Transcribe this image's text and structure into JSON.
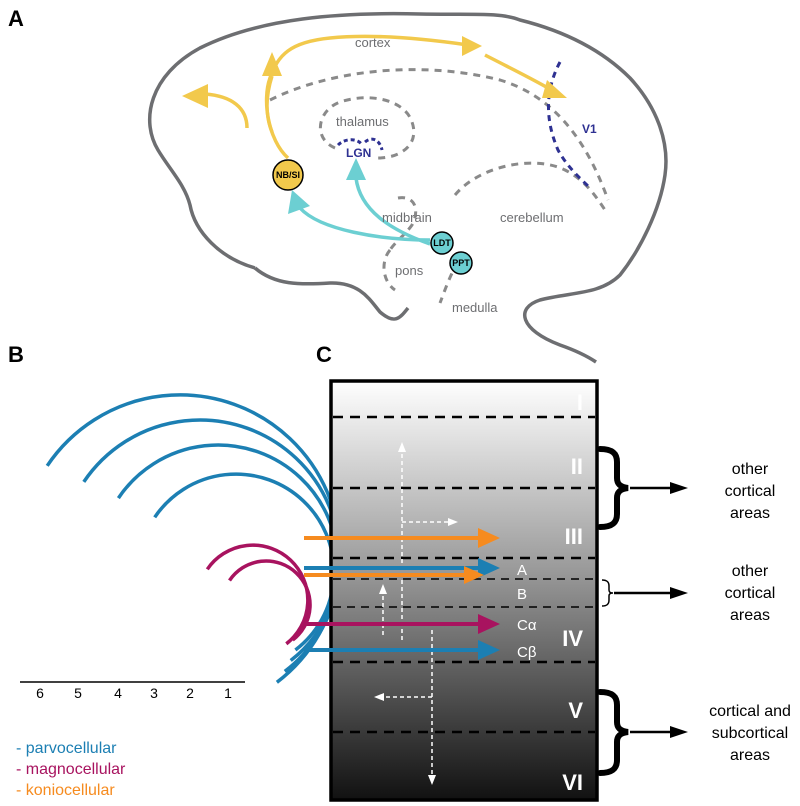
{
  "panels": {
    "a": "A",
    "b": "B",
    "c": "C"
  },
  "panel_a": {
    "regions": {
      "cortex": "cortex",
      "thalamus": "thalamus",
      "midbrain": "midbrain",
      "cerebellum": "cerebellum",
      "pons": "pons",
      "medulla": "medulla"
    },
    "nodes": {
      "nbsi": "NB/SI",
      "ldt": "LDT",
      "ppt": "PPT",
      "lgn": "LGN",
      "v1": "V1"
    },
    "colors": {
      "cholinergic_forebrain": "#f2c94c",
      "cholinergic_brainstem": "#6ccfd2",
      "visual_pathway": "#2e3192",
      "outline": "#6d6e71"
    }
  },
  "panel_b": {
    "axis_ticks": [
      "6",
      "5",
      "4",
      "3",
      "2",
      "1"
    ],
    "legend": [
      {
        "label": "- parvocellular",
        "color": "#1c7fb3"
      },
      {
        "label": "- magnocellular",
        "color": "#a8135f"
      },
      {
        "label": "- koniocellular",
        "color": "#f68b1f"
      }
    ]
  },
  "panel_c": {
    "layers": [
      "I",
      "II",
      "III",
      "IV",
      "V",
      "VI"
    ],
    "sublayers": [
      "A",
      "B",
      "Cα",
      "Cβ"
    ],
    "targets": [
      {
        "lines": [
          "other",
          "cortical",
          "areas"
        ]
      },
      {
        "lines": [
          "other",
          "cortical",
          "areas"
        ]
      },
      {
        "lines": [
          "cortical and",
          "subcortical",
          "areas"
        ]
      }
    ]
  }
}
